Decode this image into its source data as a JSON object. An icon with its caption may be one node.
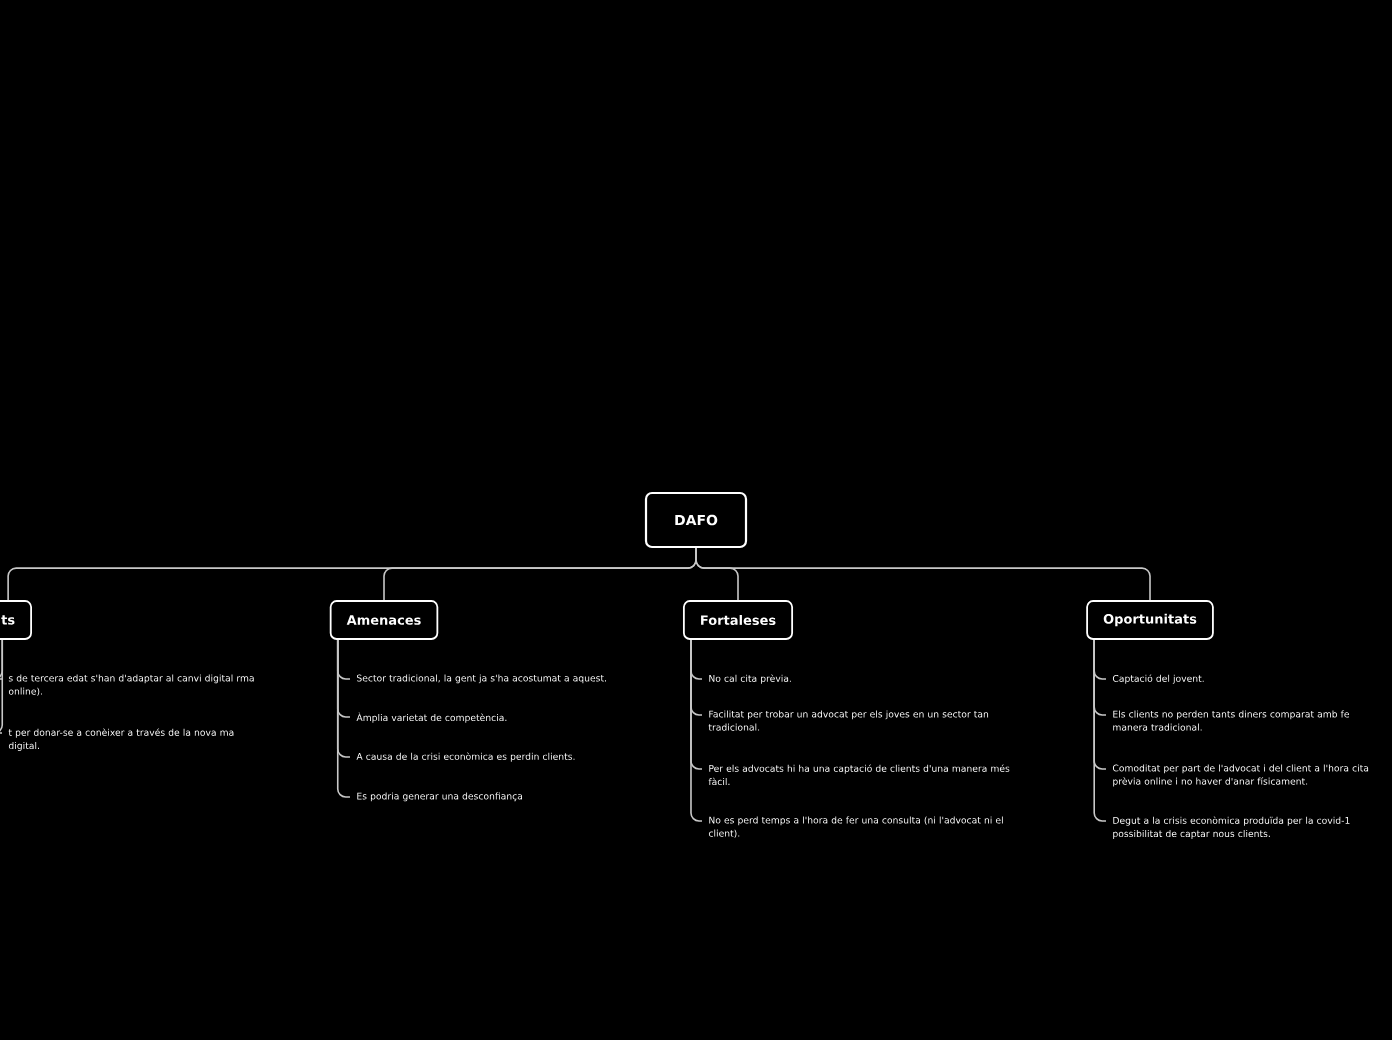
{
  "diagram": {
    "nodes": [
      {
        "text": [
          "DAFO"
        ]
      },
      {
        "text": [
          "ts"
        ]
      },
      {
        "text": [
          "Amenaces"
        ]
      },
      {
        "text": [
          "Fortaleses"
        ]
      },
      {
        "text": [
          "Oportunitats"
        ]
      },
      {
        "text": [
          "s de tercera edat s'han d'adaptar al canvi digital rma online)."
        ]
      },
      {
        "text": [
          "t per donar-se a conèixer a través de la nova ma digital."
        ]
      },
      {
        "text": [
          "Sector tradicional, la gent ja s'ha acostumat a aquest."
        ]
      },
      {
        "text": [
          "Àmplia varietat de competència."
        ]
      },
      {
        "text": [
          "A causa de la crisi econòmica es perdin clients."
        ]
      },
      {
        "text": [
          "Es podria generar una desconfiança"
        ]
      },
      {
        "text": [
          "No cal cita prèvia."
        ]
      },
      {
        "text": [
          "Facilitat per trobar un advocat per els joves en un sector tan tradicional."
        ]
      },
      {
        "text": [
          "Per els advocats hi ha una captació de clients d'una manera més fàcil."
        ]
      },
      {
        "text": [
          "No es perd temps a l'hora de fer una consulta (ni l'advocat ni el client)."
        ]
      },
      {
        "text": [
          "Captació del jovent."
        ]
      },
      {
        "text": [
          "Els clients no perden tants diners comparat amb fe manera tradicional."
        ]
      },
      {
        "text": [
          "Comoditat per part de l'advocat i del client a l'hora cita prèvia online i no haver d'anar físicament."
        ]
      },
      {
        "text": [
          "Degut a la crisis econòmica produïda per la covid-1 possibilitat de captar nous clients."
        ]
      }
    ],
    "edges": [
      {
        "from": 0,
        "to": 1,
        "arrow": "none"
      },
      {
        "from": 0,
        "to": 2,
        "arrow": "none"
      },
      {
        "from": 0,
        "to": 3,
        "arrow": "none"
      },
      {
        "from": 0,
        "to": 4,
        "arrow": "none"
      },
      {
        "from": 1,
        "to": 5,
        "arrow": "none"
      },
      {
        "from": 1,
        "to": 6,
        "arrow": "none"
      },
      {
        "from": 2,
        "to": 7,
        "arrow": "none"
      },
      {
        "from": 2,
        "to": 8,
        "arrow": "none"
      },
      {
        "from": 2,
        "to": 9,
        "arrow": "none"
      },
      {
        "from": 2,
        "to": 10,
        "arrow": "none"
      },
      {
        "from": 3,
        "to": 11,
        "arrow": "none"
      },
      {
        "from": 3,
        "to": 12,
        "arrow": "none"
      },
      {
        "from": 3,
        "to": 13,
        "arrow": "none"
      },
      {
        "from": 3,
        "to": 14,
        "arrow": "none"
      },
      {
        "from": 4,
        "to": 15,
        "arrow": "none"
      },
      {
        "from": 4,
        "to": 16,
        "arrow": "none"
      },
      {
        "from": 4,
        "to": 17,
        "arrow": "none"
      },
      {
        "from": 4,
        "to": 18,
        "arrow": "none"
      }
    ]
  }
}
